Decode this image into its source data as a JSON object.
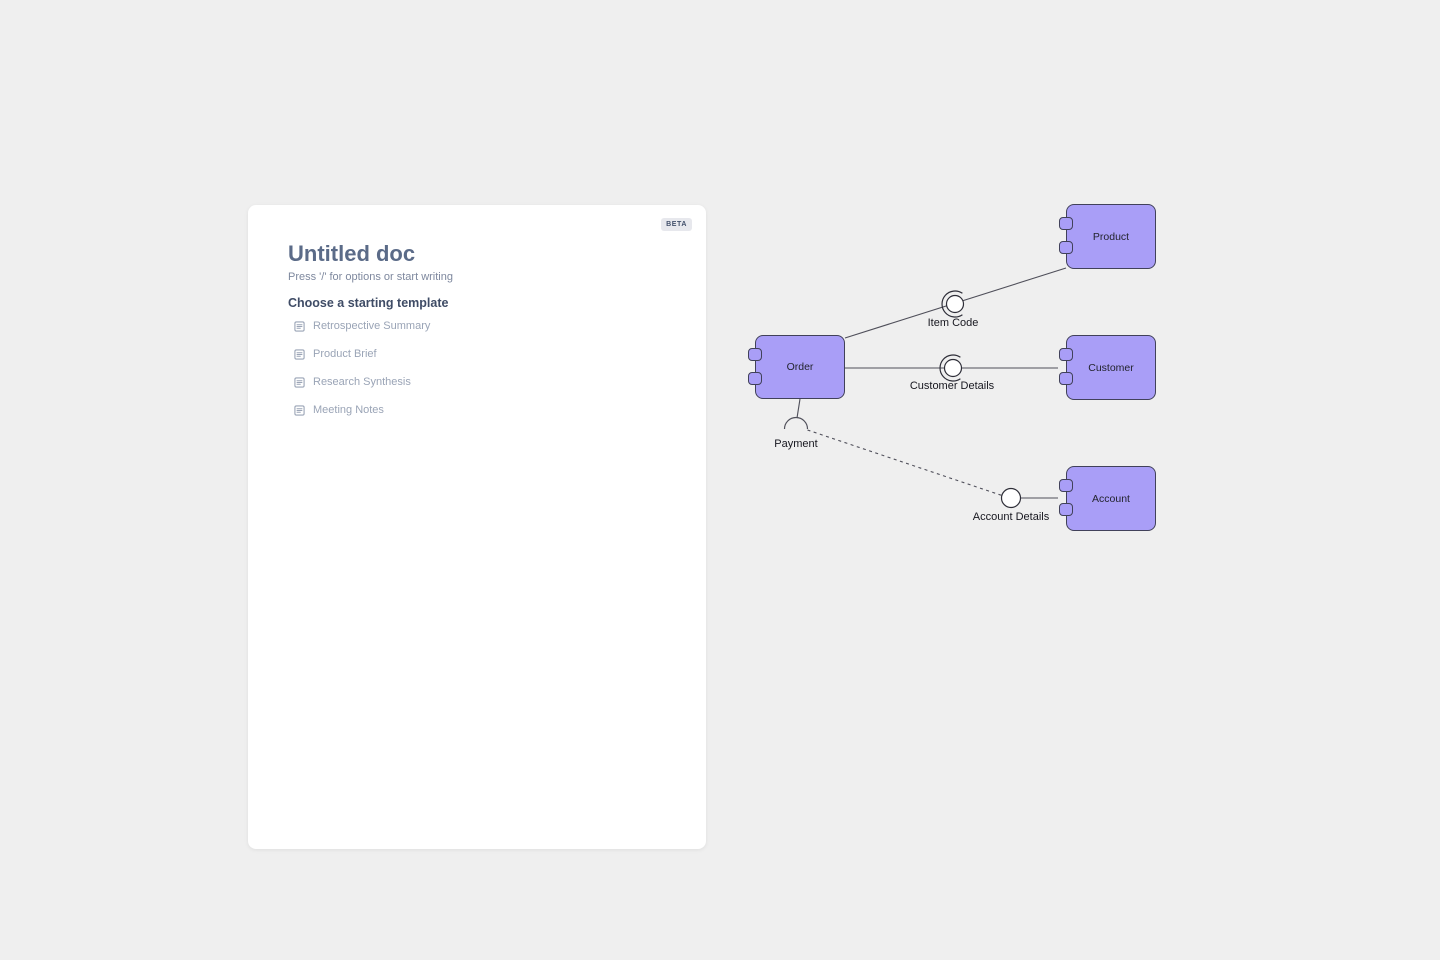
{
  "app": {
    "background_color": "#efefef"
  },
  "editor_card": {
    "beta_badge": "BETA",
    "title": "Untitled doc",
    "subtitle": "Press '/' for options or start writing",
    "templates_heading": "Choose a starting template",
    "templates": [
      {
        "label": "Retrospective Summary",
        "icon": "document-icon"
      },
      {
        "label": "Product Brief",
        "icon": "document-icon"
      },
      {
        "label": "Research Synthesis",
        "icon": "document-icon"
      },
      {
        "label": "Meeting Notes",
        "icon": "document-icon"
      }
    ]
  },
  "diagram": {
    "kind": "uml-component-diagram",
    "colors": {
      "component_fill": "#a99ef7",
      "component_border": "#41415a",
      "connector": "#4f4f5a",
      "interface_ball_fill": "#ffffff"
    },
    "components": [
      {
        "name": "Product"
      },
      {
        "name": "Order"
      },
      {
        "name": "Customer"
      },
      {
        "name": "Account"
      }
    ],
    "interfaces": [
      {
        "name": "Item Code"
      },
      {
        "name": "Customer Details"
      },
      {
        "name": "Payment"
      },
      {
        "name": "Account Details"
      }
    ]
  }
}
